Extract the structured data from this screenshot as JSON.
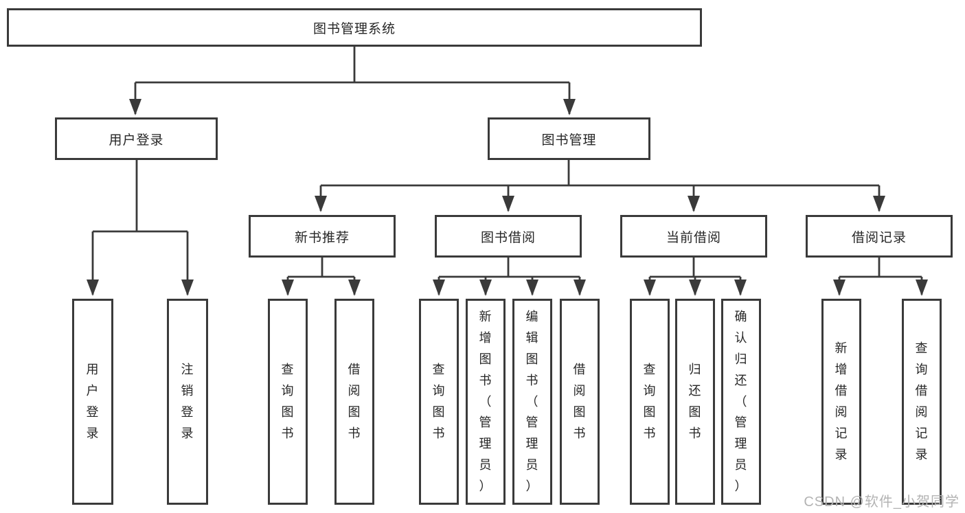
{
  "colors": {
    "line": "#3a3a3a",
    "border": "#3a3a3a",
    "text": "#262626",
    "watermark": "#b3b3b3",
    "background": "#ffffff"
  },
  "watermark": "CSDN @软件_小贺同学",
  "tree": {
    "label": "图书管理系统",
    "children": [
      {
        "label": "用户登录",
        "children": [
          {
            "label": "用户登录"
          },
          {
            "label": "注销登录"
          }
        ]
      },
      {
        "label": "图书管理",
        "children": [
          {
            "label": "新书推荐",
            "children": [
              {
                "label": "查询图书"
              },
              {
                "label": "借阅图书"
              }
            ]
          },
          {
            "label": "图书借阅",
            "children": [
              {
                "label": "查询图书"
              },
              {
                "label": "新增图书（管理员）"
              },
              {
                "label": "编辑图书（管理员）"
              },
              {
                "label": "借阅图书"
              }
            ]
          },
          {
            "label": "当前借阅",
            "children": [
              {
                "label": "查询图书"
              },
              {
                "label": "归还图书"
              },
              {
                "label": "确认归还（管理员）"
              }
            ]
          },
          {
            "label": "借阅记录",
            "children": [
              {
                "label": "新增借阅记录"
              },
              {
                "label": "查询借阅记录"
              }
            ]
          }
        ]
      }
    ]
  }
}
